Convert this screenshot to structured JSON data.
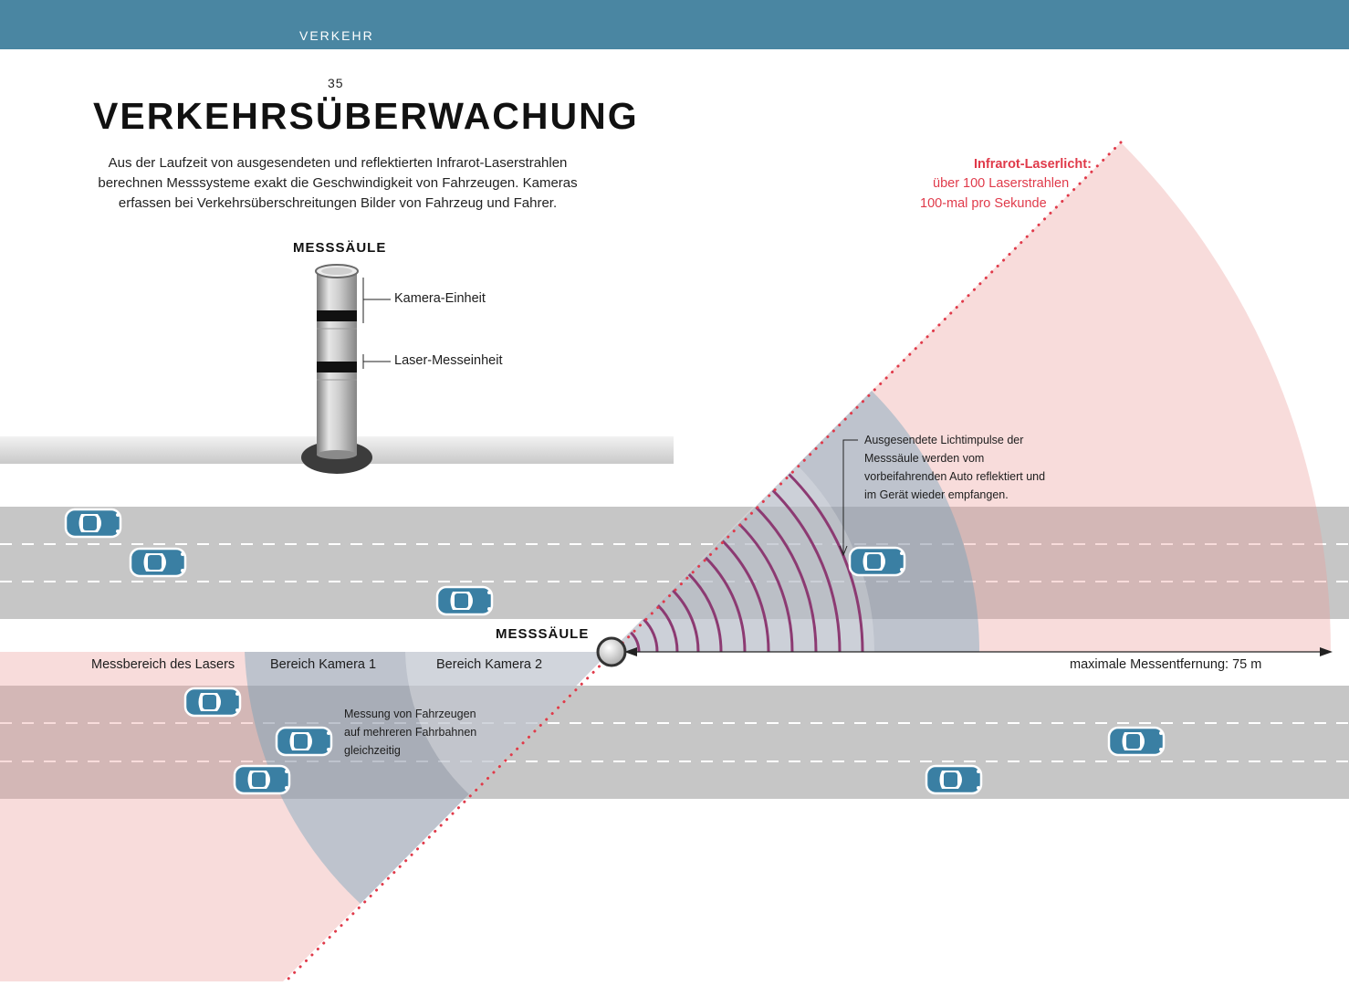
{
  "header": {
    "section": "VERKEHR",
    "page_number": "35"
  },
  "title": "VERKEHRSÜBERWACHUNG",
  "intro": "Aus der Laufzeit von ausgesendeten und reflektierten Infrarot-Laserstrahlen berechnen Messsysteme exakt die Geschwindigkeit von Fahrzeugen. Kameras erfassen bei Verkehrsüberschreitungen Bilder von Fahrzeug und Fahrer.",
  "pillar_detail": {
    "heading": "MESSSÄULE",
    "camera_label": "Kamera-Einheit",
    "laser_label": "Laser-Messeinheit"
  },
  "diagram": {
    "pillar_label": "MESSSÄULE",
    "zones": {
      "laser": "Messbereich des Lasers",
      "camera1": "Bereich Kamera 1",
      "camera2": "Bereich Kamera 2"
    },
    "max_distance": "maximale Messentfernung: 75 m",
    "laser_info": {
      "title": "Infrarot-Laserlicht:",
      "line1": "über 100 Laserstrahlen",
      "line2": "100-mal pro Sekunde"
    },
    "reflection_note": "Ausgesendete Lichtimpulse der Messsäule werden vom vorbeifahrenden Auto reflektiert und im Gerät wieder empfangen.",
    "multi_lane_note": "Messung von Fahrzeugen auf mehreren Fahrbahnen gleichzeitig"
  },
  "colors": {
    "header_blue": "#4a86a2",
    "laser_red": "#e03a4a",
    "laser_zone_pink": "#f8dcdb",
    "camera_zone_blue": "#a9c6d3",
    "pulse_purple": "#8c3a72",
    "road_gray": "#c6c6c6",
    "car_blue": "#3a7fa3"
  }
}
